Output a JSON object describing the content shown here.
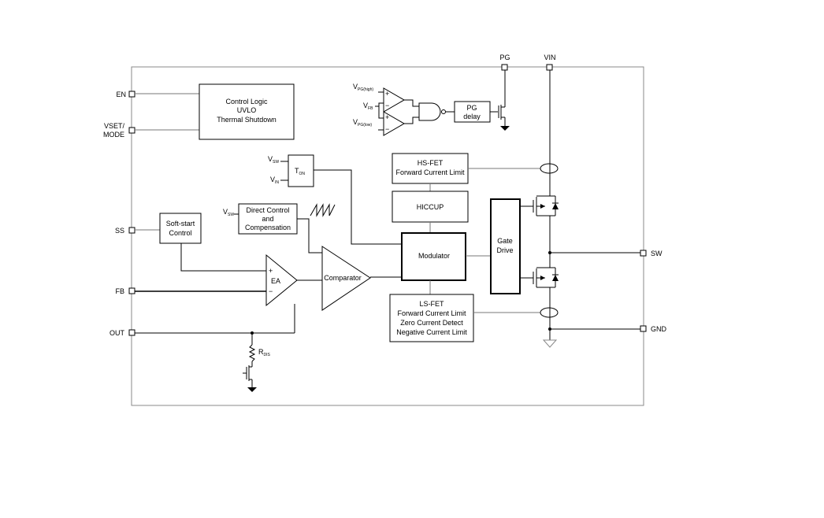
{
  "pins": {
    "en": "EN",
    "vset_line1": "VSET/",
    "vset_line2": "MODE",
    "ss": "SS",
    "fb": "FB",
    "out": "OUT",
    "pg": "PG",
    "vin": "VIN",
    "sw": "SW",
    "gnd": "GND"
  },
  "blocks": {
    "control_logic": [
      "Control Logic",
      "UVLO",
      "Thermal Shutdown"
    ],
    "pg_delay": [
      "PG",
      "delay"
    ],
    "ton": {
      "main": "T",
      "sub": "ON"
    },
    "hs_fet": [
      "HS-FET",
      "Forward Current Limit"
    ],
    "hiccup": "HICCUP",
    "direct_control": [
      "Direct Control",
      "and",
      "Compensation"
    ],
    "soft_start": [
      "Soft-start",
      "Control"
    ],
    "modulator": "Modulator",
    "gate_drive": [
      "Gate",
      "Drive"
    ],
    "ea": "EA",
    "comparator": "Comparator",
    "ls_fet": [
      "LS-FET",
      "Forward Current Limit",
      "Zero Current Detect",
      "Negative Current Limit"
    ]
  },
  "signals": {
    "vpg_high": {
      "main": "V",
      "sub": "PG(high)"
    },
    "vfb": {
      "main": "V",
      "sub": "FB"
    },
    "vpg_low": {
      "main": "V",
      "sub": "PG(low)"
    },
    "vsw_ton": {
      "main": "V",
      "sub": "SW"
    },
    "vin_ton": {
      "main": "V",
      "sub": "IN"
    },
    "vsw_dc": {
      "main": "V",
      "sub": "SW"
    },
    "rdis": {
      "main": "R",
      "sub": "DIS"
    },
    "ea_plus": "+",
    "ea_minus": "−",
    "cmp_plus_a": "+",
    "cmp_minus_a": "−",
    "cmp_plus_b": "+",
    "cmp_minus_b": "−"
  }
}
